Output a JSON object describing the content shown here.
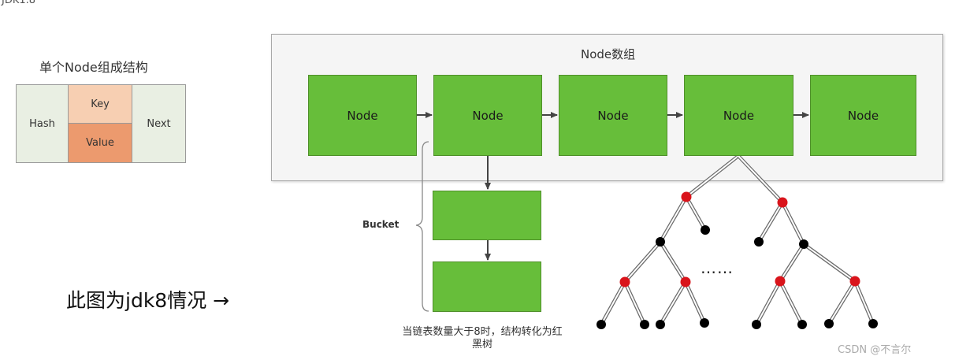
{
  "header": {
    "version_caption": "JDK1.8"
  },
  "node_structure": {
    "title": "单个Node组成结构",
    "hash": "Hash",
    "key": "Key",
    "value": "Value",
    "next": "Next"
  },
  "node_array": {
    "title": "Node数组",
    "nodes": [
      "Node",
      "Node",
      "Node",
      "Node",
      "Node"
    ]
  },
  "bucket": {
    "label": "Bucket"
  },
  "captions": {
    "side": "此图为jdk8情况 →",
    "bottom": "当链表数量大于8时，结构转化为红黑树",
    "ellipsis": "……"
  },
  "watermark": "CSDN @不言尔",
  "colors": {
    "node_green": "#67be3a",
    "key_peach": "#f7cfb2",
    "value_orange": "#ec9a6e",
    "tree_red": "#d9141b",
    "tree_black": "#000000"
  }
}
